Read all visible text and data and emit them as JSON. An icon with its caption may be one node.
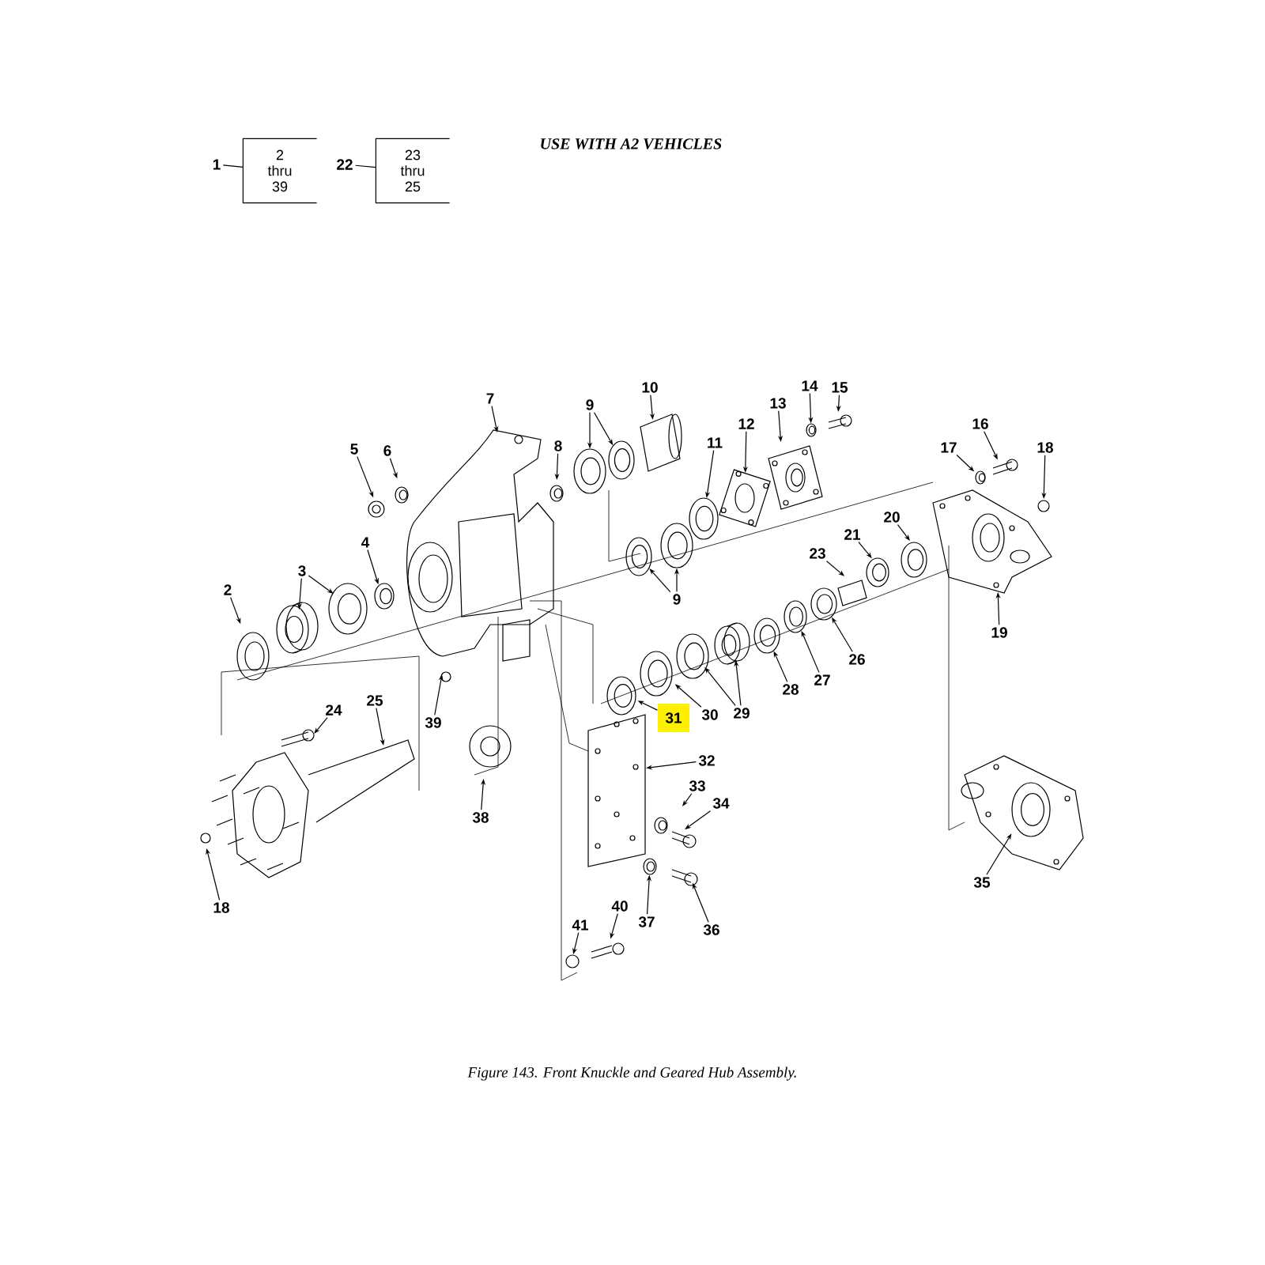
{
  "diagram": {
    "caption": "Figure 143.  Front Knuckle and Geared Hub Assembly.",
    "nodes": [
      {
        "text": [
          "1"
        ]
      },
      {
        "text": [
          "2 thru 39"
        ]
      },
      {
        "text": [
          "22"
        ]
      },
      {
        "text": [
          "23 thru 25"
        ]
      },
      {
        "text": [
          "7"
        ]
      },
      {
        "text": [
          "9"
        ]
      },
      {
        "text": [
          "10"
        ]
      },
      {
        "text": [
          "14"
        ]
      },
      {
        "text": [
          "15"
        ]
      },
      {
        "text": [
          "13"
        ]
      },
      {
        "text": [
          "12"
        ]
      },
      {
        "text": [
          "16"
        ]
      },
      {
        "text": [
          "11"
        ]
      },
      {
        "text": [
          "5"
        ]
      },
      {
        "text": [
          "6"
        ]
      },
      {
        "text": [
          "8"
        ]
      },
      {
        "text": [
          "17"
        ]
      },
      {
        "text": [
          "18"
        ]
      },
      {
        "text": [
          "20"
        ]
      },
      {
        "text": [
          "3"
        ]
      },
      {
        "text": [
          "4"
        ]
      },
      {
        "text": [
          "21"
        ]
      },
      {
        "text": [
          "23"
        ]
      },
      {
        "text": [
          "2"
        ]
      },
      {
        "text": [
          "9"
        ]
      },
      {
        "text": [
          "19"
        ]
      },
      {
        "text": [
          "26"
        ]
      },
      {
        "text": [
          "27"
        ]
      },
      {
        "text": [
          "28"
        ]
      },
      {
        "text": [
          "24"
        ]
      },
      {
        "text": [
          "25"
        ]
      },
      {
        "text": [
          "29"
        ]
      },
      {
        "text": [
          "30"
        ]
      },
      {
        "text": [
          "31"
        ]
      },
      {
        "text": [
          "39"
        ]
      },
      {
        "text": [
          "32"
        ]
      },
      {
        "text": [
          "33"
        ]
      },
      {
        "text": [
          "34"
        ]
      },
      {
        "text": [
          "38"
        ]
      },
      {
        "text": [
          "35"
        ]
      },
      {
        "text": [
          "37"
        ]
      },
      {
        "text": [
          "40"
        ]
      },
      {
        "text": [
          "36"
        ]
      },
      {
        "text": [
          "18"
        ]
      },
      {
        "text": [
          "41"
        ]
      },
      {
        "text": [],
        "shape": "circle"
      },
      {
        "text": [],
        "shape": "circle"
      },
      {
        "text": [],
        "shape": "box"
      },
      {
        "text": [],
        "shape": "circle"
      },
      {
        "text": [],
        "shape": "circle"
      },
      {
        "text": [],
        "shape": "picture"
      },
      {
        "text": [],
        "shape": "circle"
      },
      {
        "text": [],
        "shape": "circle"
      },
      {
        "text": [],
        "shape": "circle"
      },
      {
        "text": [],
        "shape": "circle"
      },
      {
        "text": [],
        "shape": "circle"
      },
      {
        "text": [],
        "shape": "circle"
      }
    ],
    "edges": [
      {
        "from": 0,
        "to": 1,
        "arrow": "none"
      },
      {
        "from": 2,
        "to": 3,
        "arrow": "none"
      },
      {
        "from": 4,
        "to": null,
        "arrow": "to"
      },
      {
        "from": 5,
        "to": 45,
        "arrow": "to"
      },
      {
        "from": 5,
        "to": 51,
        "arrow": "to"
      },
      {
        "from": 6,
        "to": null,
        "arrow": "to"
      },
      {
        "from": 7,
        "to": 46,
        "arrow": "to"
      },
      {
        "from": 8,
        "to": null,
        "arrow": "to"
      },
      {
        "from": 9,
        "to": null,
        "arrow": "to"
      },
      {
        "from": 10,
        "to": 47,
        "arrow": "to"
      },
      {
        "from": 11,
        "to": null,
        "arrow": "to"
      },
      {
        "from": 12,
        "to": 52,
        "arrow": "to"
      },
      {
        "from": 13,
        "to": null,
        "arrow": "to"
      },
      {
        "from": 14,
        "to": null,
        "arrow": "to"
      },
      {
        "from": 15,
        "to": null,
        "arrow": "to"
      },
      {
        "from": 16,
        "to": null,
        "arrow": "to"
      },
      {
        "from": 17,
        "to": null,
        "arrow": "to"
      },
      {
        "from": 18,
        "to": null,
        "arrow": "to"
      },
      {
        "from": 19,
        "to": null,
        "arrow": "to"
      },
      {
        "from": 19,
        "to": null,
        "arrow": "to"
      },
      {
        "from": 20,
        "to": null,
        "arrow": "to"
      },
      {
        "from": 21,
        "to": null,
        "arrow": "to"
      },
      {
        "from": 22,
        "to": null,
        "arrow": "to"
      },
      {
        "from": 23,
        "to": null,
        "arrow": "to"
      },
      {
        "from": 24,
        "to": 56,
        "arrow": "to"
      },
      {
        "from": 24,
        "to": 54,
        "arrow": "to"
      },
      {
        "from": 25,
        "to": null,
        "arrow": "to"
      },
      {
        "from": 26,
        "to": 48,
        "arrow": "to"
      },
      {
        "from": 27,
        "to": 53,
        "arrow": "to"
      },
      {
        "from": 28,
        "to": 55,
        "arrow": "to"
      },
      {
        "from": 29,
        "to": null,
        "arrow": "to"
      },
      {
        "from": 30,
        "to": null,
        "arrow": "to"
      },
      {
        "from": 31,
        "to": null,
        "arrow": "to"
      },
      {
        "from": 31,
        "to": null,
        "arrow": "to"
      },
      {
        "from": 32,
        "to": null,
        "arrow": "to"
      },
      {
        "from": 33,
        "to": null,
        "arrow": "to"
      },
      {
        "from": 34,
        "to": null,
        "arrow": "to"
      },
      {
        "from": 35,
        "to": null,
        "arrow": "to"
      },
      {
        "from": 36,
        "to": null,
        "arrow": "to"
      },
      {
        "from": 37,
        "to": null,
        "arrow": "to"
      },
      {
        "from": 38,
        "to": null,
        "arrow": "to"
      },
      {
        "from": 39,
        "to": null,
        "arrow": "to"
      },
      {
        "from": 40,
        "to": 49,
        "arrow": "to"
      },
      {
        "from": 41,
        "to": 50,
        "arrow": "to"
      },
      {
        "from": 42,
        "to": null,
        "arrow": "to"
      },
      {
        "from": 43,
        "to": null,
        "arrow": "to"
      },
      {
        "from": 44,
        "to": null,
        "arrow": "to"
      }
    ],
    "labels": [
      "USE WITH A2 VEHICLES"
    ]
  }
}
